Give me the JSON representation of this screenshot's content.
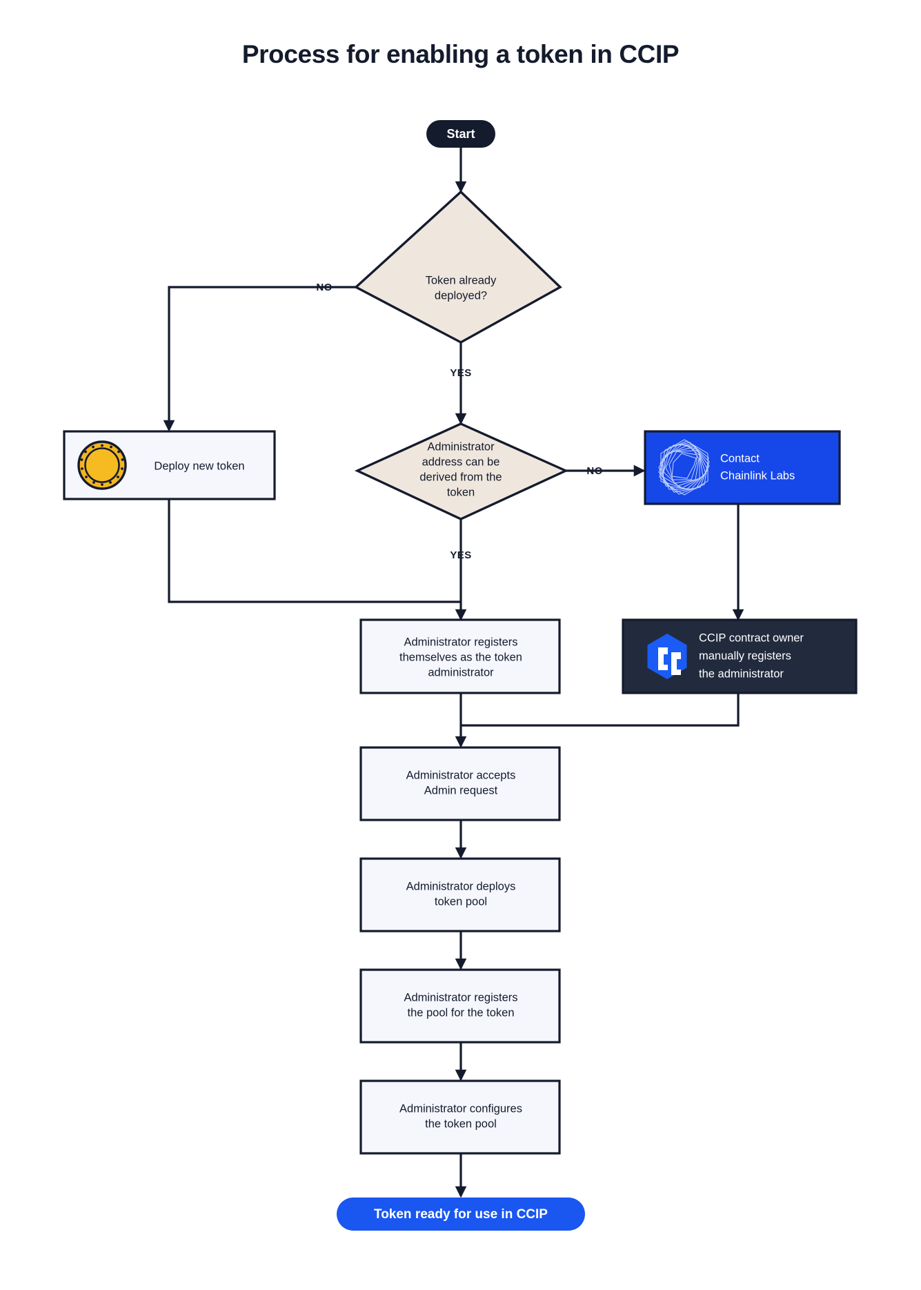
{
  "title": "Process for enabling a token in CCIP",
  "colors": {
    "ink": "#141b2d",
    "process_fill": "#f5f7fd",
    "decision_fill": "#efe7dd",
    "brand_blue": "#1a56f0",
    "logo_blue": "#1652f0",
    "dark_navy": "#212b3d",
    "coin_gold": "#f5b722",
    "page_bg": "#ffffff"
  },
  "nodes": {
    "start": {
      "label": "Start",
      "type": "terminator"
    },
    "decision_deployed": {
      "label": "Token already deployed?",
      "lines": [
        "Token already",
        "deployed?"
      ],
      "type": "decision"
    },
    "deploy_token": {
      "label": "Deploy new token",
      "lines": [
        "Deploy new token"
      ],
      "type": "process",
      "icon": "coin-icon"
    },
    "decision_admin_derived": {
      "label": "Administrator address can be derived from the token",
      "lines": [
        "Administrator",
        "address can be",
        "derived from the",
        "token"
      ],
      "type": "decision"
    },
    "contact_chainlink": {
      "label": "Contact Chainlink Labs",
      "lines": [
        "Contact",
        "Chainlink Labs"
      ],
      "type": "process-blue",
      "icon": "chainlink-labs-icon"
    },
    "admin_registers_self": {
      "label": "Administrator registers themselves as the token administrator",
      "lines": [
        "Administrator registers",
        "themselves as the token",
        "administrator"
      ],
      "type": "process"
    },
    "ccip_owner_registers": {
      "label": "CCIP contract owner manually registers the administrator",
      "lines": [
        "CCIP contract owner",
        "manually registers",
        "the administrator"
      ],
      "type": "process-dark",
      "icon": "ccip-icon"
    },
    "admin_accepts": {
      "label": "Administrator accepts Admin request",
      "lines": [
        "Administrator accepts",
        "Admin request"
      ],
      "type": "process"
    },
    "admin_deploys_pool": {
      "label": "Administrator deploys token pool",
      "lines": [
        "Administrator deploys",
        "token pool"
      ],
      "type": "process"
    },
    "admin_registers_pool": {
      "label": "Administrator registers the pool for the token",
      "lines": [
        "Administrator registers",
        "the pool for the token"
      ],
      "type": "process"
    },
    "admin_configures_pool": {
      "label": "Administrator configures the token pool",
      "lines": [
        "Administrator configures",
        "the token pool"
      ],
      "type": "process"
    },
    "end": {
      "label": "Token ready for use in CCIP",
      "type": "terminator-blue"
    }
  },
  "edge_labels": {
    "deployed_no": "NO",
    "deployed_yes": "YES",
    "admin_no": "NO",
    "admin_yes": "YES"
  }
}
